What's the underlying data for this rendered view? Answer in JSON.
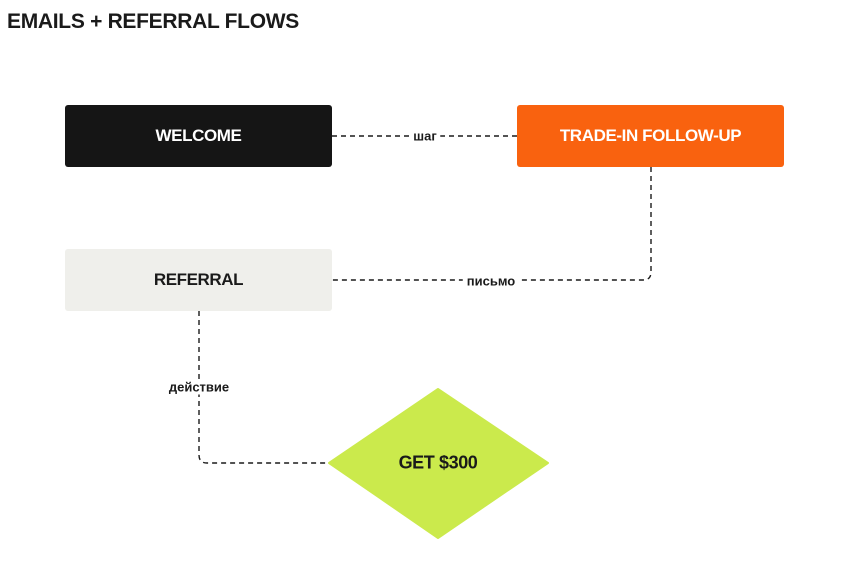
{
  "title": "EMAILS + REFERRAL FLOWS",
  "nodes": {
    "welcome": {
      "label": "WELCOME",
      "color": "#151515"
    },
    "trade_in": {
      "label": "TRADE-IN FOLLOW-UP",
      "color": "#f9620f"
    },
    "referral": {
      "label": "REFERRAL",
      "color": "#efefeb"
    },
    "reward": {
      "label": "GET $300",
      "color": "#cbea4c"
    }
  },
  "edges": [
    {
      "from": "welcome",
      "to": "trade_in",
      "label": "шаг"
    },
    {
      "from": "trade_in",
      "to": "referral",
      "label": "письмо"
    },
    {
      "from": "referral",
      "to": "reward",
      "label": "действие"
    }
  ]
}
